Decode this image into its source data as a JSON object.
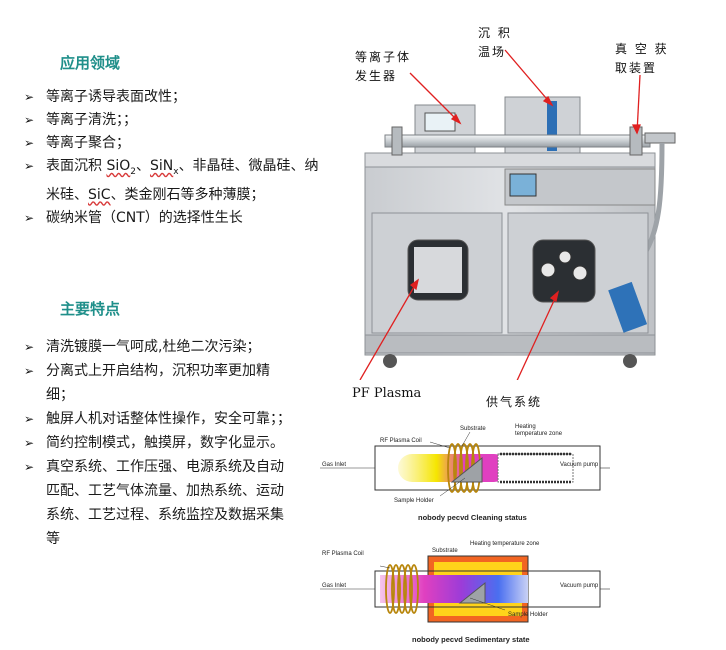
{
  "applications": {
    "heading": "应用领域",
    "items": [
      {
        "id": "a1",
        "text": "等离子诱导表面改性；"
      },
      {
        "id": "a2",
        "text": "等离子清洗；；"
      },
      {
        "id": "a3",
        "text": "等离子聚合；"
      },
      {
        "id": "a4",
        "parts": [
          "表面沉积 ",
          "SiO",
          "2",
          "、",
          "SiN",
          "x",
          "、非晶硅、微晶硅、纳米硅、",
          "SiC",
          "、类金刚石等多种薄膜；"
        ]
      },
      {
        "id": "a5",
        "text": "碳纳米管（CNT）的选择性生长"
      }
    ]
  },
  "features": {
    "heading": "主要特点",
    "items": [
      "清洗镀膜一气呵成,杜绝二次污染；",
      "分离式上开启结构，沉积功率更加精细；",
      "触屏人机对话整体性操作，安全可靠；；",
      "简约控制模式，触摸屏，数字化显示。",
      "真空系统、工作压强、电源系统及自动匹配、工艺气体流量、加热系统、运动系统、工艺过程、系统监控及数据采集等"
    ]
  },
  "callouts": {
    "plasma_generator": [
      "等离子体",
      "发生器"
    ],
    "deposition_zone": [
      "沉  积",
      "温场"
    ],
    "vacuum_device": [
      "真 空 获",
      "取装置"
    ],
    "pf_plasma": "PF Plasma",
    "gas_supply": "供气系统"
  },
  "diagram_cleaning": {
    "substrate": "Substrate",
    "rf_coil": "RF Plasma Coil",
    "heating_zone": [
      "Heating",
      "temperature zone"
    ],
    "gas_inlet": "Gas Inlet",
    "vacuum_pump": "Vacuum pump",
    "sample_holder": "Sample Holder",
    "caption": "nobody pecvd Cleaning status"
  },
  "diagram_deposition": {
    "substrate": "Substrate",
    "rf_coil": "RF Plasma Coil",
    "heating_zone": "Heating temperature zone",
    "gas_inlet": "Gas Inlet",
    "vacuum_pump": "Vacuum pump",
    "sample_holder": "Sample Holder",
    "caption": "nobody pecvd Sedimentary state"
  },
  "colors": {
    "heading": "#1f8f8a",
    "callout_arrow": "#e02020",
    "cabinet": "#d4d6d9",
    "plasma_magenta": "#e040c0",
    "plasma_yellow": "#f5e600"
  }
}
